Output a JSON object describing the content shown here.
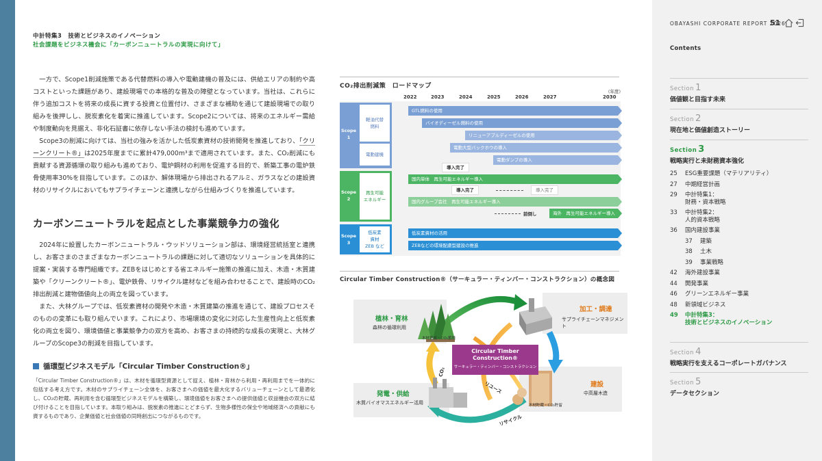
{
  "header": {
    "line1": "中計特集3　技術とビジネスのイノベーション",
    "line2": "社会課題をビジネス機会に「カーボンニュートラルの実現に向けて」"
  },
  "body": {
    "p1": "一方で、Scope1削減施策である代替燃料の導入や電動建機の普及には、供給エリアの制約や高コストといった課題があり、建設現場での本格的な普及の障壁となっています。当社は、これらに伴う追加コストを将来の成長に資する投資と位置付け、さまざまな補助を通じて建設現場での取り組みを後押しし、脱炭素化を着実に推進しています。Scope2については、将来のエネルギー需給や制度動向を見据え、非化石証書に依存しない手法の検討も進めています。",
    "p2a": "Scope3の削減に向けては、当社の強みを活かした低炭素資材の技術開発を推進しており、",
    "p2link": "「クリーンクリート®」",
    "p2b": "は2025年度までに累計479,000m³まで適用されています。また、CO₂削減にも貢献する資源循環の取り組みも進めており、電炉鋼材の利用を促進する目的で、新築工事の電炉鉄骨使用率30%を目指しています。このほか、解体現場から排出されるアルミ、ガラスなどの建設資材のリサイクルにおいてもサプライチェーンと連携しながら仕組みづくりを推進しています。",
    "h2": "カーボンニュートラルを起点とした事業競争力の強化",
    "p3": "2024年に設置したカーボンニュートラル・ウッドソリューション部は、環境経営統括室と連携し、お客さまのさまざまなカーボンニュートラルの課題に対して適切なソリューションを具体的に提案・実装する専門組織です。ZEBをはじめとする省エネルギー施策の推進に加え、木造・木質建築や「クリーンクリート®」、電炉鉄骨、リサイクル建材などを組み合わせることで、建設時のCO₂排出削減と建物価値向上の両立を図っています。",
    "p4": "また、大林グループでは、低炭素資材の開発や木造・木質建築の推進を通じて、建設プロセスそのものの変革にも取り組んでいます。これにより、市場環境の変化に対応した生産性向上と低炭素化の両立を図り、環境価値と事業競争力の双方を高め、お客さまの持続的な成長の実現と、大林グループのScope3の削減を目指しています。",
    "h3": "循環型ビジネスモデル「Circular Timber Construction®」",
    "p5": "「Circular Timber Construction®」は、木材を循環型資源として捉え、植林・育林から利用・再利用までを一体的に包括する考え方です。木材のサプライチェーン全体を、お客さまへの価値を最大化するバリューチェーンとして最適化し、CO₂の貯蔵、再利用を含む循環型ビジネスモデルを構築し、環境価値をお客さまへの提供価値と収益機会の双方に結び付けることを目指しています。本取り組みは、脱炭素の推進にとどまらず、生物多様性の保全や地域経済への貢献にも資するものであり、企業価値と社会価値の同時創出につながるものです。"
  },
  "roadmap": {
    "title": "CO₂排出削減策　ロードマップ",
    "unit": "(年度)",
    "years": [
      "2022",
      "2023",
      "2024",
      "2025",
      "2026",
      "2027",
      "2030"
    ],
    "scope1": "Scope\n1",
    "scope2": "Scope\n2",
    "scope3": "Scope\n3",
    "cat_fuel": "軽油代替\n燃料",
    "cat_ev": "電動建機",
    "cat_re": "再生可能\nエネルギー",
    "cat_low": "低炭素\n資材\nZEB など",
    "a1": "GTL燃料の使用",
    "a2": "バイオディーゼル燃料の使用",
    "a3": "リニューアブルディーゼルの使用",
    "a4": "電動大型バックホウの導入",
    "a5": "電動ダンプの導入",
    "done1": "導入完了",
    "a6": "国内単体　再生可能エネルギー導入",
    "done2": "導入完了",
    "done3": "導入完了",
    "a7": "国内グループ会社　再生可能エネルギー導入",
    "front": "前倒し",
    "a8": "海外　再生可能エネルギー導入",
    "a9": "低炭素資材の活用",
    "a10": "ZEBなどの環境配慮型建設の推進"
  },
  "circular": {
    "title": "Circular Timber Construction®（サーキュラー・ティンバー・コンストラクション）の概念図",
    "center1": "Circular Timber",
    "center2": "Construction®",
    "center3": "サーキュラー・ティンバー・コンストラクション",
    "n1_title": "植林・育林",
    "n1_sub": "森林の循環利用",
    "n1_cap": "木材育成・CO₂蓄積",
    "n2_title": "加工・調達",
    "n2_sub": "サプライチェーンマネジメント",
    "n3_title": "建設",
    "n3_sub": "中高層木造",
    "n3_cap": "木材貯蔵・CO₂貯留",
    "n4_title": "発電・供給",
    "n4_sub": "木質バイオマスエネルギー活用",
    "reuse": "リユース",
    "recycle": "リサイクル",
    "co2": "CO₂"
  },
  "sidebar": {
    "report": "OBAYASHI CORPORATE REPORT 2026",
    "page": "51",
    "contents": "Contents",
    "sections": [
      {
        "label": "Section",
        "num": "1",
        "title": "価値観と目指す未来"
      },
      {
        "label": "Section",
        "num": "2",
        "title": "現在地と価値創造ストーリー"
      },
      {
        "label": "Section",
        "num": "3",
        "title": "戦略実行と未財務資本強化"
      },
      {
        "label": "Section",
        "num": "4",
        "title": "戦略実行を支えるコーポレートガバナンス"
      },
      {
        "label": "Section",
        "num": "5",
        "title": "データセクション"
      }
    ],
    "items": [
      {
        "n": "25",
        "t": "ESG重要課題（マテリアリティ）"
      },
      {
        "n": "27",
        "t": "中期経営計画"
      },
      {
        "n": "29",
        "t": "中計特集1：\n財務・資本戦略"
      },
      {
        "n": "33",
        "t": "中計特集2：\n人的資本戦略"
      },
      {
        "n": "36",
        "t": "国内建設事業"
      },
      {
        "n": "37",
        "t": "建築"
      },
      {
        "n": "38",
        "t": "土木"
      },
      {
        "n": "39",
        "t": "事業戦略"
      },
      {
        "n": "42",
        "t": "海外建設事業"
      },
      {
        "n": "44",
        "t": "開発事業"
      },
      {
        "n": "46",
        "t": "グリーンエネルギー事業"
      },
      {
        "n": "48",
        "t": "新領域ビジネス"
      },
      {
        "n": "49",
        "t": "中計特集3：\n技術とビジネスのイノベーション"
      }
    ]
  }
}
